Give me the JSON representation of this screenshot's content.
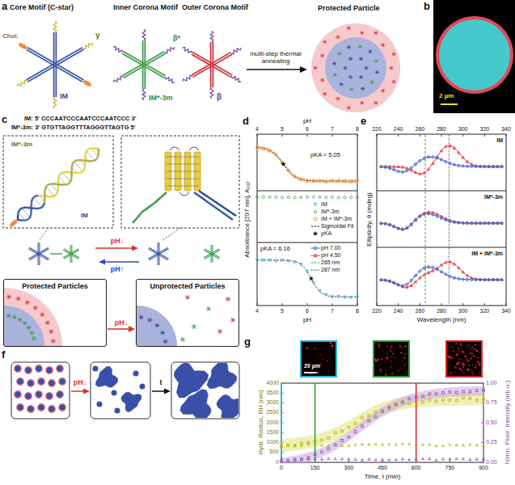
{
  "diagram": {
    "nodes": [
      {
        "text": [
          "Protected Particles"
        ]
      },
      {
        "text": [
          "Unprotected Particles"
        ]
      }
    ],
    "edges": [
      {
        "from": 0,
        "to": 1,
        "label": "pH↓",
        "arrow": "to"
      }
    ],
    "labels": [
      "a",
      "Core Motif (C-star)",
      "Inner Corona Motif",
      "Outer Corona Motif",
      "Chol.",
      "γ",
      "IM",
      "β*",
      "IM*-3m",
      "β",
      "multi-step thermal annealing",
      "Protected Particle",
      "b",
      "2 µm",
      "c",
      "IM: 5' CCCAATCCCAATCCCAATCCC 3'",
      "IM*-3m: 3' GTGTTAGGTTTAGGGTTAGTG 5'",
      "IM*-3m",
      "IM",
      "pH↓",
      "pH↑",
      "d",
      "pH",
      "4",
      "5",
      "6",
      "7",
      "8",
      "pKA = 5.05",
      "pKA = 6.16",
      "Absorbance [297 nm], A₂₉₇",
      "4",
      "5",
      "6",
      "7",
      "8",
      "pH",
      "e",
      "220",
      "240",
      "260",
      "280",
      "300",
      "320",
      "340",
      "IM",
      "IM*-3m",
      "IM + IM*-3m",
      "Ellipticity, θ (mdeg)",
      "220",
      "240",
      "260",
      "280",
      "300",
      "320",
      "340",
      "Wavelength (nm)",
      "f",
      "pH↓",
      "t",
      "g",
      "20 µm",
      "Hydr. Radius, RH (nm)",
      "0",
      "500",
      "1000",
      "1500",
      "2000",
      "2500",
      "3000",
      "3500",
      "4000",
      "0.00",
      "0.25",
      "0.50",
      "0.75",
      "1.00",
      "0",
      "150",
      "300",
      "450",
      "600",
      "750",
      "900",
      "Time, t (min)",
      "Norm. Fluor. Intensity (arb.u.)"
    ],
    "legend": [
      {
        "text": "IM"
      },
      {
        "text": "IM*-3m"
      },
      {
        "text": "IM + IM*-3m"
      },
      {
        "text": "Sigmoidal Fit"
      },
      {
        "text": "pKA"
      },
      {
        "text": "pH 7.00"
      },
      {
        "text": "pH 4.50"
      },
      {
        "text": "265 nm"
      },
      {
        "text": "287 nm"
      }
    ]
  }
}
